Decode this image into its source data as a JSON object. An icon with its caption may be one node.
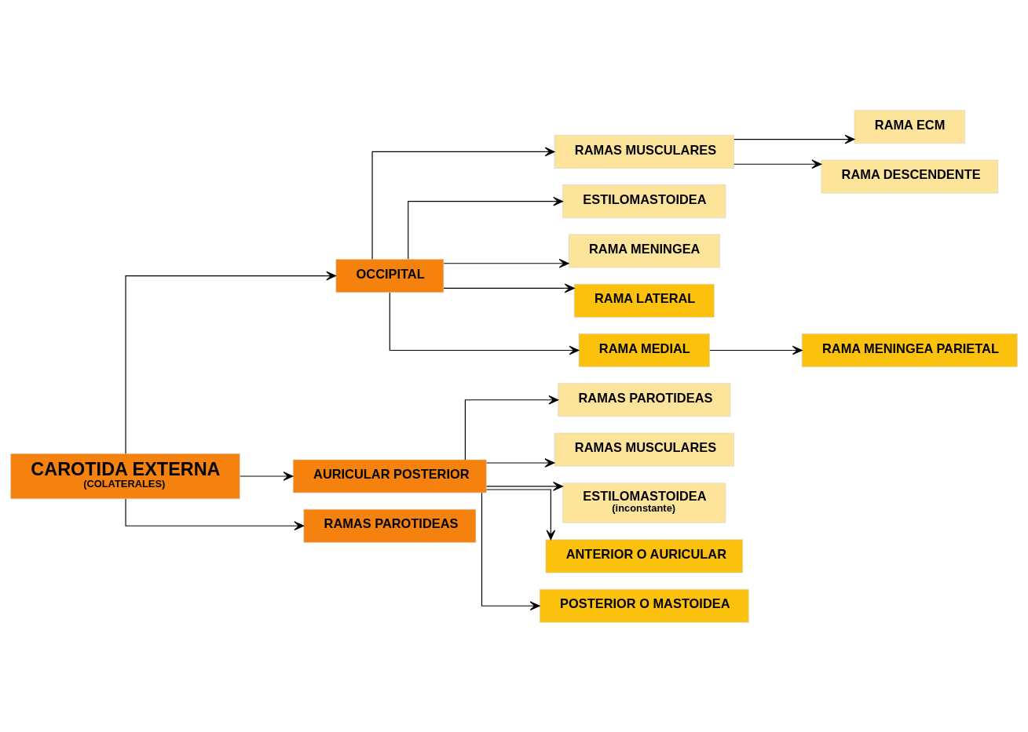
{
  "diagram": {
    "nodes": [
      {
        "text": [
          "CAROTIDA EXTERNA",
          "(COLATERALES)"
        ]
      },
      {
        "text": [
          "OCCIPITAL"
        ]
      },
      {
        "text": [
          "AURICULAR POSTERIOR"
        ]
      },
      {
        "text": [
          "RAMAS PAROTIDEAS"
        ]
      },
      {
        "text": [
          "RAMAS MUSCULARES"
        ]
      },
      {
        "text": [
          "RAMA ECM"
        ]
      },
      {
        "text": [
          "RAMA DESCENDENTE"
        ]
      },
      {
        "text": [
          "ESTILOMASTOIDEA"
        ]
      },
      {
        "text": [
          "RAMA MENINGEA"
        ]
      },
      {
        "text": [
          "RAMA LATERAL"
        ]
      },
      {
        "text": [
          "RAMA MEDIAL"
        ]
      },
      {
        "text": [
          "RAMA MENINGEA PARIETAL"
        ]
      },
      {
        "text": [
          "RAMAS PAROTIDEAS"
        ]
      },
      {
        "text": [
          "RAMAS MUSCULARES"
        ]
      },
      {
        "text": [
          "ESTILOMASTOIDEA",
          "(inconstante)"
        ]
      },
      {
        "text": [
          "ANTERIOR O AURICULAR"
        ]
      },
      {
        "text": [
          "POSTERIOR O MASTOIDEA"
        ]
      }
    ],
    "edges": [
      {
        "from": 0,
        "to": 1,
        "arrow": "to"
      },
      {
        "from": 0,
        "to": 2,
        "arrow": "to"
      },
      {
        "from": 0,
        "to": 3,
        "arrow": "to"
      },
      {
        "from": 1,
        "to": 4,
        "arrow": "to"
      },
      {
        "from": 4,
        "to": 5,
        "arrow": "to"
      },
      {
        "from": 4,
        "to": 6,
        "arrow": "to"
      },
      {
        "from": 1,
        "to": 7,
        "arrow": "to"
      },
      {
        "from": 1,
        "to": 8,
        "arrow": "to"
      },
      {
        "from": 1,
        "to": 9,
        "arrow": "to"
      },
      {
        "from": 1,
        "to": 10,
        "arrow": "to"
      },
      {
        "from": 10,
        "to": 11,
        "arrow": "to"
      },
      {
        "from": 2,
        "to": 12,
        "arrow": "to"
      },
      {
        "from": 2,
        "to": 13,
        "arrow": "to"
      },
      {
        "from": 2,
        "to": 14,
        "arrow": "to"
      },
      {
        "from": 2,
        "to": 15,
        "arrow": "to"
      },
      {
        "from": 2,
        "to": 16,
        "arrow": "to"
      }
    ]
  }
}
